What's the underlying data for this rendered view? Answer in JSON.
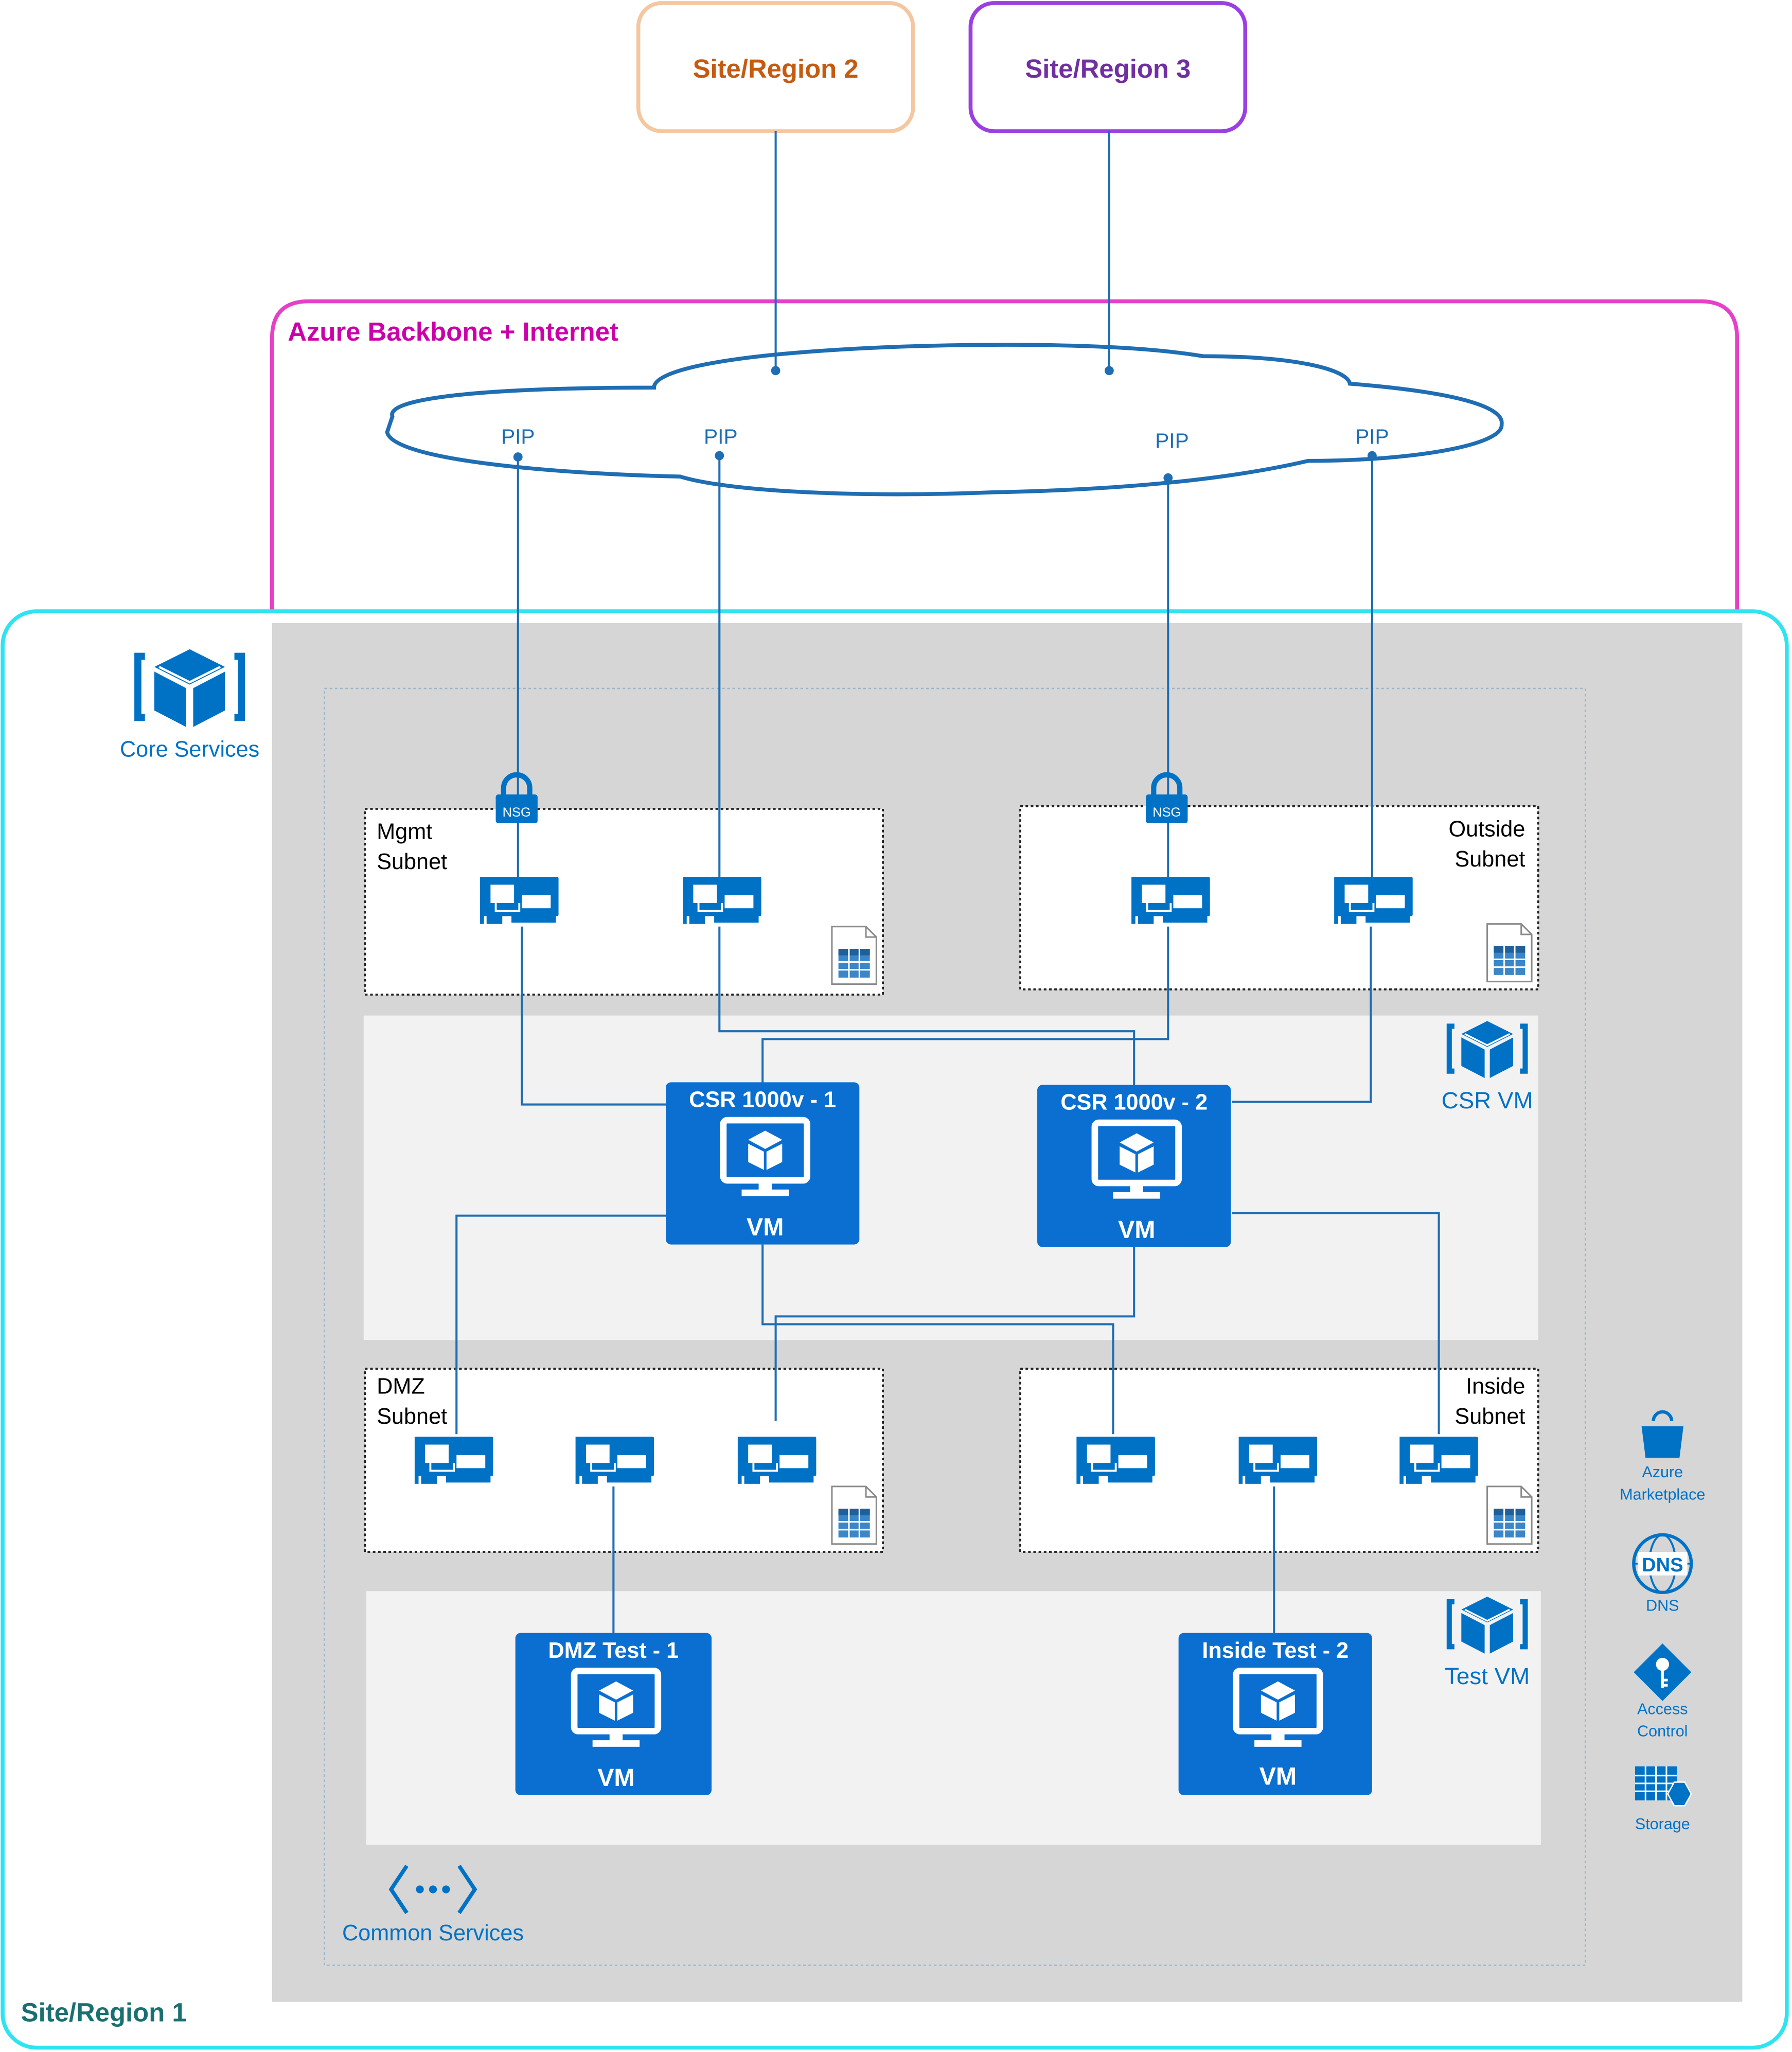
{
  "regions": {
    "site2": "Site/Region 2",
    "site3": "Site/Region 3",
    "backbone": "Azure Backbone + Internet",
    "site1": "Site/Region 1"
  },
  "cloud": {
    "pip_label": "PIP"
  },
  "groups": {
    "core_services": "Core Services",
    "csr_vm": "CSR VM",
    "test_vm": "Test VM",
    "common_services": "Common Services"
  },
  "subnets": {
    "mgmt": [
      "Mgmt",
      "Subnet"
    ],
    "outside": [
      "Outside",
      "Subnet"
    ],
    "dmz": [
      "DMZ",
      "Subnet"
    ],
    "inside": [
      "Inside",
      "Subnet"
    ]
  },
  "nsg_label": "NSG",
  "vms": {
    "csr1": {
      "title": "CSR 1000v - 1",
      "sub": "VM"
    },
    "csr2": {
      "title": "CSR 1000v - 2",
      "sub": "VM"
    },
    "dmz_test": {
      "title": "DMZ Test - 1",
      "sub": "VM"
    },
    "inside_test": {
      "title": "Inside Test - 2",
      "sub": "VM"
    }
  },
  "side_services": {
    "marketplace": [
      "Azure",
      "Marketplace"
    ],
    "dns_badge": "DNS",
    "dns": "DNS",
    "access": [
      "Access",
      "Control"
    ],
    "storage": "Storage"
  },
  "colors": {
    "azure_blue": "#0072c6",
    "line_blue": "#1f6db3",
    "site2": "#c55a11",
    "site2_border": "#f4c7a0",
    "site3": "#7030a0",
    "site3_border": "#9b3fe0",
    "backbone": "#cc00aa",
    "backbone_border": "#e640c8",
    "site1": "#1a8a8a",
    "site1_border": "#2de4f0",
    "teal_text": "#1a7070"
  }
}
